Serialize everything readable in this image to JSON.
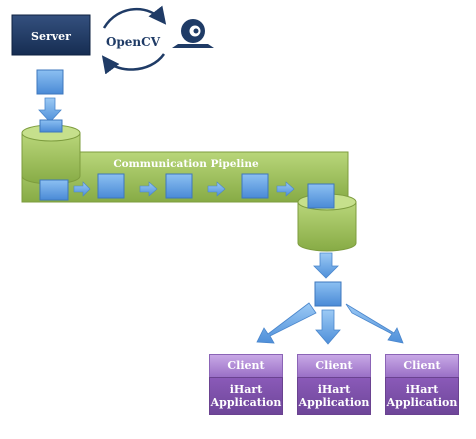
{
  "server": {
    "label": "Server"
  },
  "opencv": {
    "label": "OpenCV"
  },
  "pipeline": {
    "label": "Communication Pipeline"
  },
  "clients": [
    {
      "title": "Client",
      "app_line1": "iHart",
      "app_line2": "Application"
    },
    {
      "title": "Client",
      "app_line1": "iHart",
      "app_line2": "Application"
    },
    {
      "title": "Client",
      "app_line1": "iHart",
      "app_line2": "Application"
    }
  ],
  "colors": {
    "server_fill": "#1f3b66",
    "pipeline_green": "#9dbf57",
    "packet_blue": "#5e9ee3",
    "arrow_blue": "#6aa5e6",
    "client_purple": "#8a5ab8",
    "webcam_blue": "#1f3b66"
  },
  "icons": {
    "webcam": "webcam-icon",
    "cycle": "cycle-arrows-icon"
  }
}
